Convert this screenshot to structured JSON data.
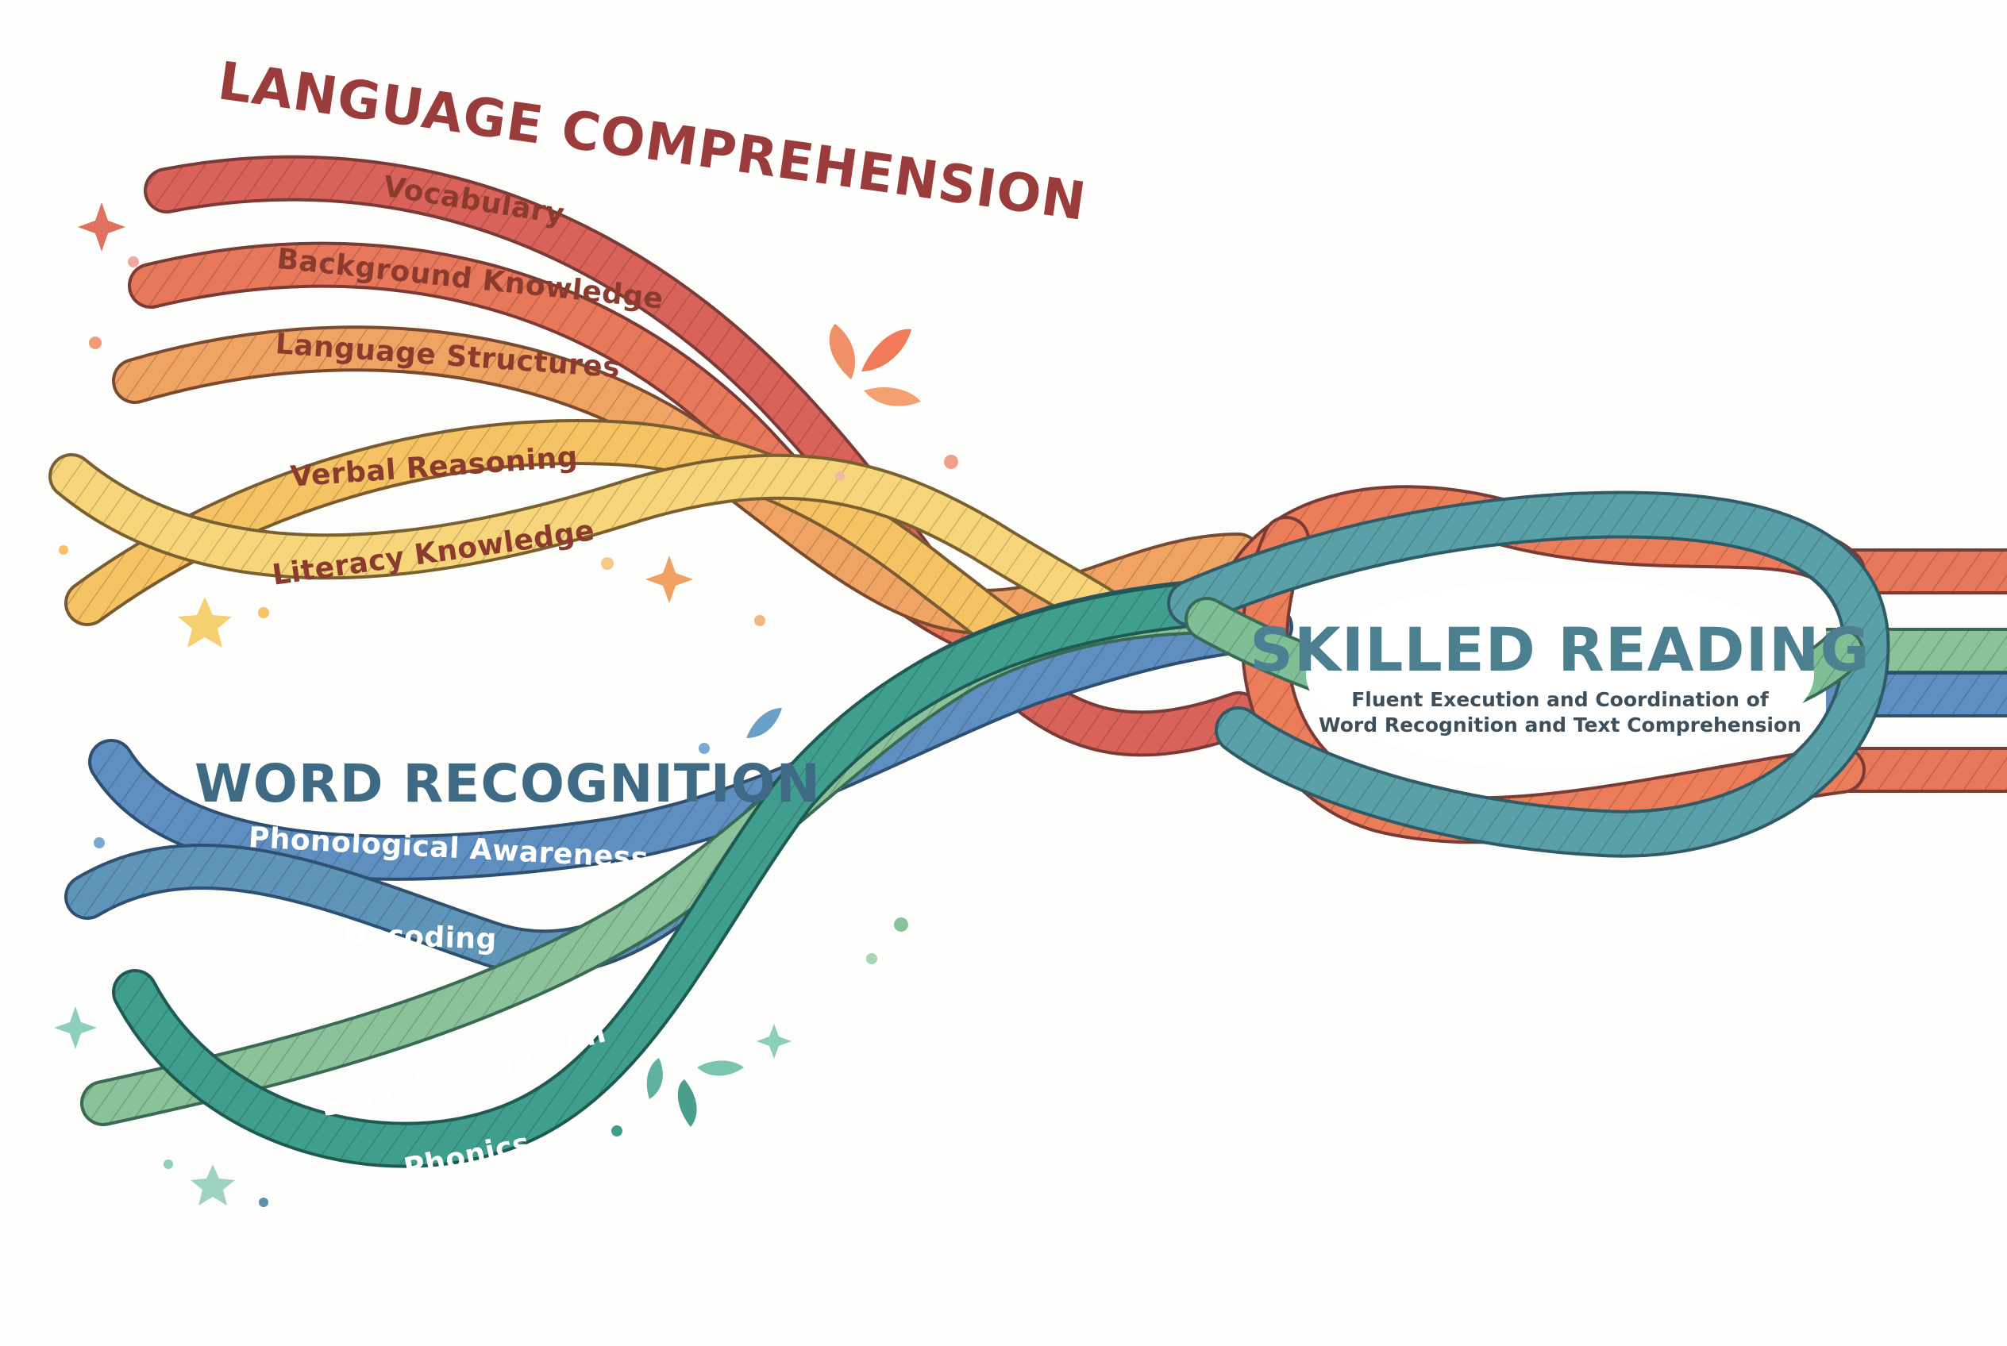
{
  "language_comprehension": {
    "title": "LANGUAGE COMPREHENSION",
    "title_color": "#9b3c3c",
    "strands": [
      {
        "label": "Vocabulary",
        "color": "#d9625a"
      },
      {
        "label": "Background Knowledge",
        "color": "#e8785a"
      },
      {
        "label": "Language Structures",
        "color": "#f0a463"
      },
      {
        "label": "Verbal Reasoning",
        "color": "#f5c264"
      },
      {
        "label": "Literacy Knowledge",
        "color": "#f7d57a"
      }
    ],
    "label_color": "#8a3b2e"
  },
  "word_recognition": {
    "title": "WORD RECOGNITION",
    "title_color": "#3f6a86",
    "strands": [
      {
        "label": "Phonological Awareness",
        "color": "#5f8fc0"
      },
      {
        "label": "Decoding",
        "color": "#5f95b8"
      },
      {
        "label": "Sight Recognition",
        "color": "#8cc29a"
      },
      {
        "label": "Phonics",
        "color": "#3f9e8e"
      }
    ],
    "label_color": "#ffffff"
  },
  "skilled_reading": {
    "title": "SKILLED READING",
    "subtitle_line1": "Fluent Execution and Coordination of",
    "subtitle_line2": "Word Recognition and Text Comprehension",
    "title_color": "#4c7f8f",
    "subtitle_color": "#3d4f5c"
  },
  "icons": [
    "sparkle-icon",
    "leaf-icon",
    "star-icon",
    "dot-icon"
  ]
}
